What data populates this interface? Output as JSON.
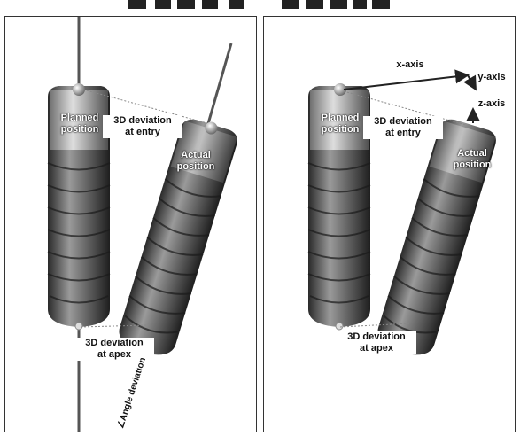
{
  "left": {
    "planned_label": [
      "Planned",
      "position"
    ],
    "actual_label": [
      "Actual",
      "position"
    ],
    "entry_label": [
      "3D deviation",
      "at entry"
    ],
    "apex_label": [
      "3D deviation",
      "at apex"
    ],
    "angle_label": "∠Angle deviation"
  },
  "right": {
    "planned_label": [
      "Planned",
      "position"
    ],
    "actual_label": [
      "Actual",
      "position"
    ],
    "entry_label": [
      "3D deviation",
      "at entry"
    ],
    "apex_label": [
      "3D deviation",
      "at apex"
    ],
    "x_axis": "x-axis",
    "y_axis": "y-axis",
    "z_axis": "z-axis"
  }
}
